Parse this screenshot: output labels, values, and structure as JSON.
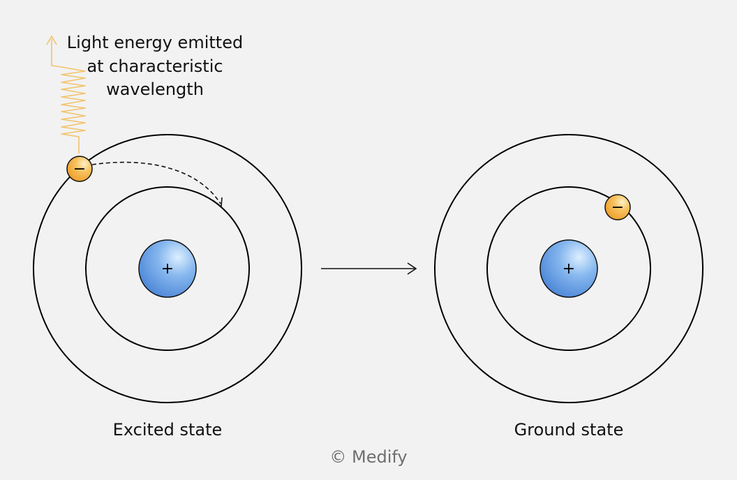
{
  "colors": {
    "background": "#f2f2f2",
    "nucleus": "#5b95dd",
    "nucleus_highlight": "#d8ebff",
    "electron": "#f0a634",
    "electron_highlight": "#fde3a8",
    "light_wave": "#f2c36b",
    "credit": "#6f6f6f"
  },
  "emission": {
    "label_line_1": "Light energy emitted",
    "label_line_2": "at characteristic",
    "label_line_3": "wavelength"
  },
  "atoms": [
    {
      "state_label": "Excited state",
      "nucleus_symbol": "+",
      "electron_symbol": "−"
    },
    {
      "state_label": "Ground state",
      "nucleus_symbol": "+",
      "electron_symbol": "−"
    }
  ],
  "credit": "© Medify"
}
